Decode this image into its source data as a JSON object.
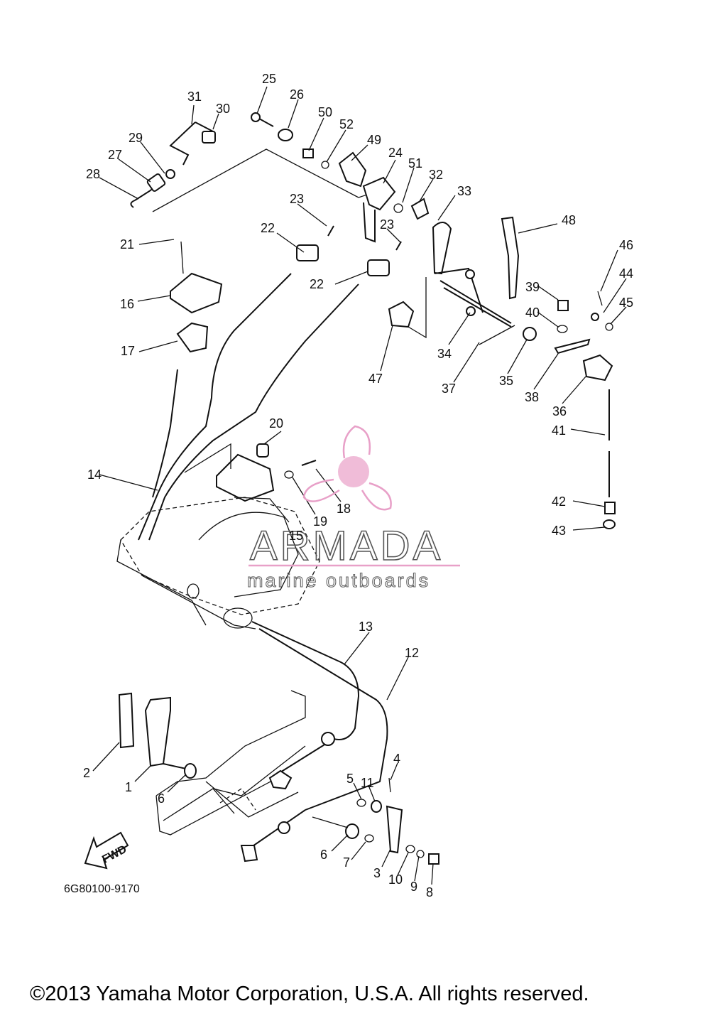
{
  "diagram": {
    "part_numbers": [
      "1",
      "2",
      "3",
      "4",
      "5",
      "6",
      "6",
      "7",
      "8",
      "9",
      "10",
      "11",
      "12",
      "13",
      "14",
      "15",
      "16",
      "17",
      "18",
      "19",
      "20",
      "21",
      "22",
      "22",
      "23",
      "23",
      "24",
      "25",
      "26",
      "27",
      "28",
      "29",
      "30",
      "31",
      "32",
      "33",
      "34",
      "35",
      "36",
      "37",
      "38",
      "39",
      "40",
      "41",
      "42",
      "43",
      "44",
      "45",
      "46",
      "47",
      "48",
      "49",
      "50",
      "51",
      "52"
    ],
    "direction_label": "FWD",
    "drawing_code": "6G80100-9170",
    "watermark": {
      "brand": "ARMADA",
      "tagline": "marine outboards",
      "color": "#e8a0c8"
    },
    "copyright": "©2013 Yamaha Motor Corporation, U.S.A. All rights reserved."
  }
}
